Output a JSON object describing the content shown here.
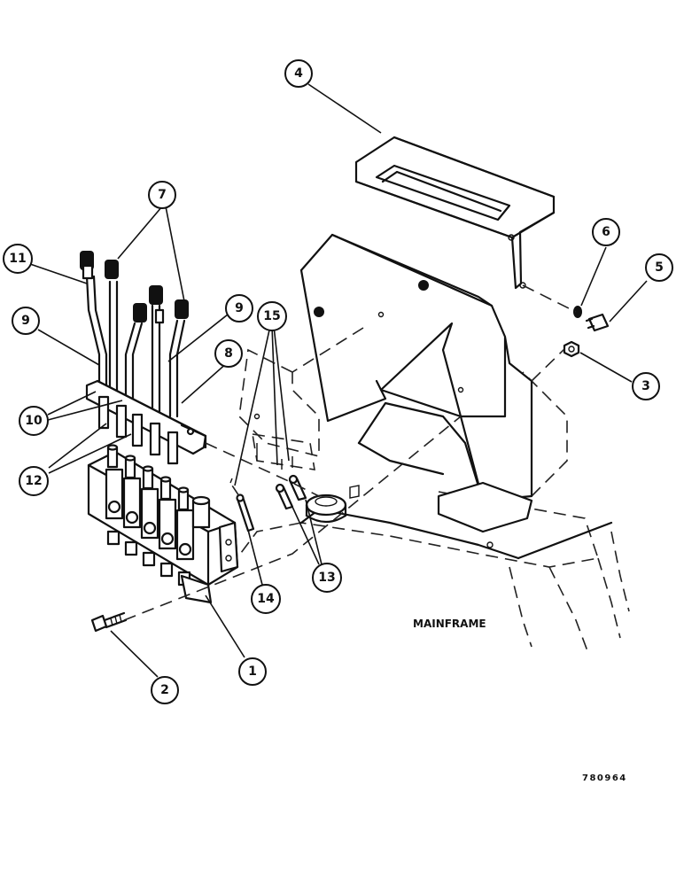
{
  "diagram": {
    "callouts": [
      {
        "id": "c1",
        "label": "1"
      },
      {
        "id": "c2",
        "label": "2"
      },
      {
        "id": "c3",
        "label": "3"
      },
      {
        "id": "c4",
        "label": "4"
      },
      {
        "id": "c5",
        "label": "5"
      },
      {
        "id": "c6",
        "label": "6"
      },
      {
        "id": "c7",
        "label": "7"
      },
      {
        "id": "c8",
        "label": "8"
      },
      {
        "id": "c9a",
        "label": "9"
      },
      {
        "id": "c9b",
        "label": "9"
      },
      {
        "id": "c10",
        "label": "10"
      },
      {
        "id": "c11",
        "label": "11"
      },
      {
        "id": "c12",
        "label": "12"
      },
      {
        "id": "c13",
        "label": "13"
      },
      {
        "id": "c14",
        "label": "14"
      },
      {
        "id": "c15",
        "label": "15"
      }
    ],
    "mainframe_label": "MAINFRAME",
    "drawing_number": "780964"
  }
}
